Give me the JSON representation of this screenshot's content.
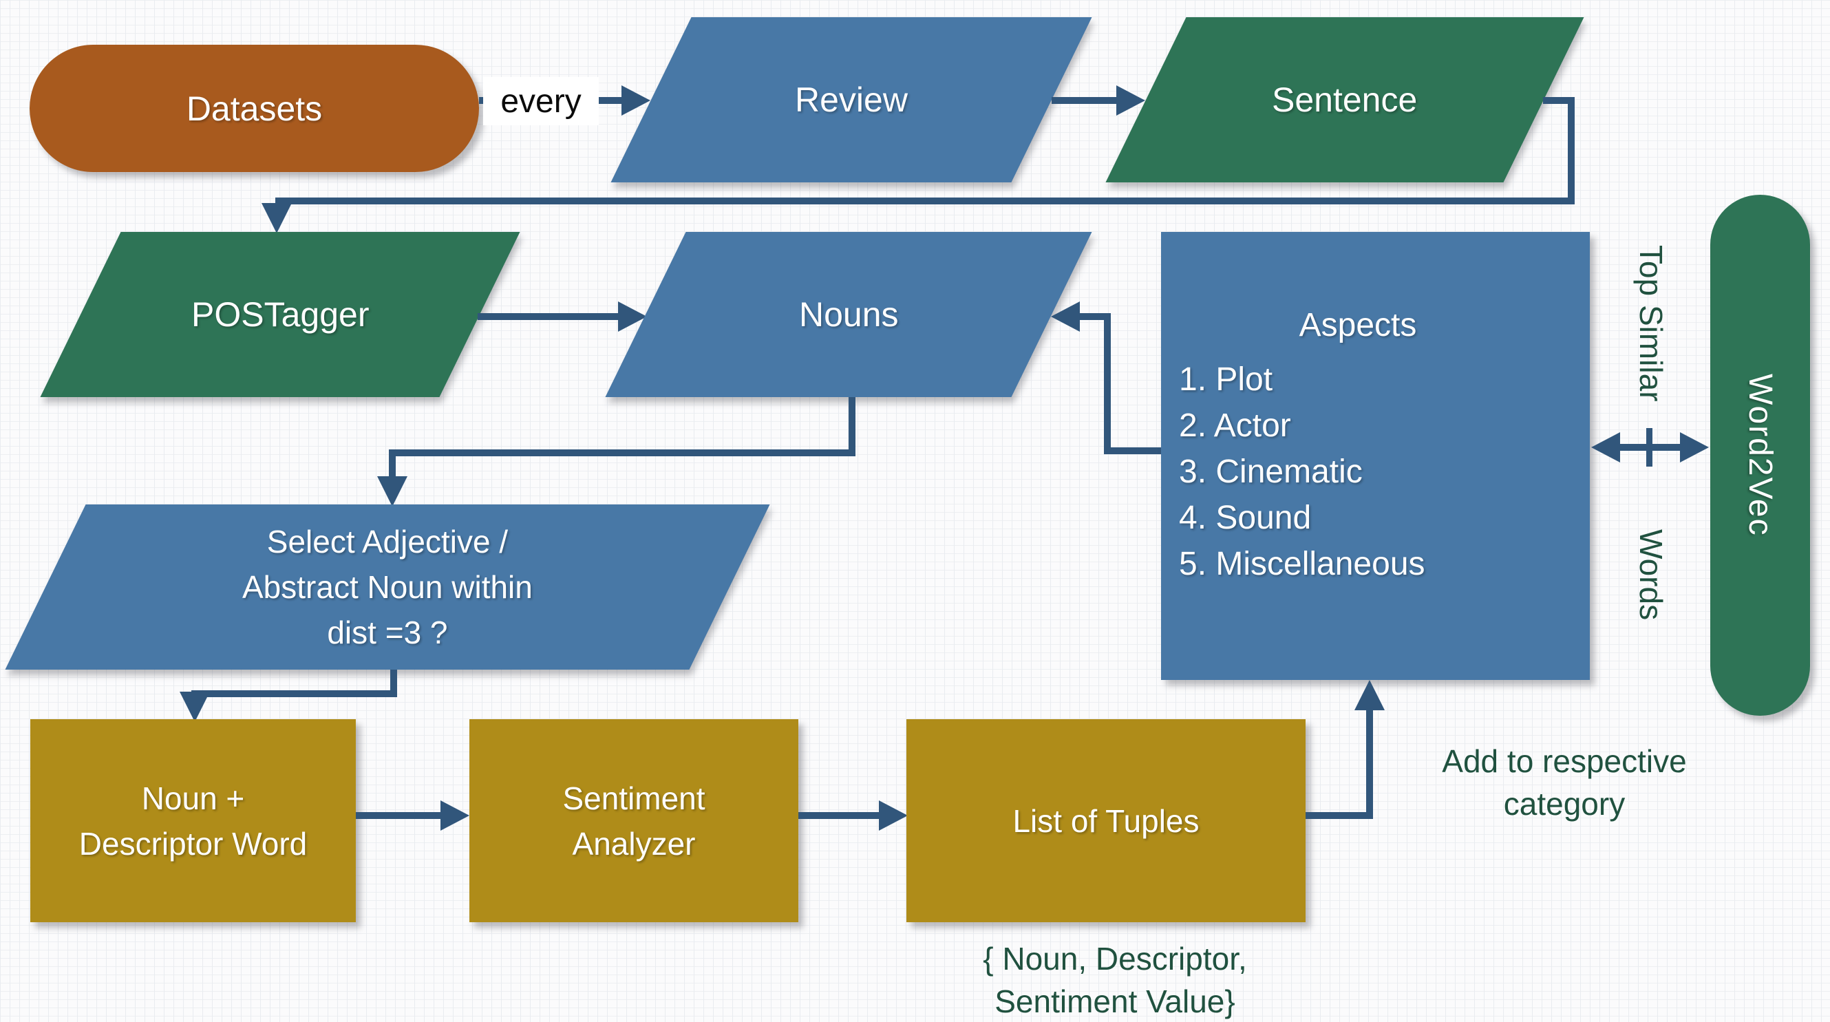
{
  "palette": {
    "blue": "#4878A6",
    "green": "#2E7456",
    "brown": "#A85A1E",
    "gold": "#AF8C19",
    "line": "#31567B",
    "anno": "#20513F",
    "shapetext": "#FFFFFF",
    "bg": "#FBFBFC"
  },
  "nodes": {
    "datasets": {
      "label": "Datasets"
    },
    "review": {
      "label": "Review"
    },
    "sentence": {
      "label": "Sentence"
    },
    "postagger": {
      "label": "POSTagger"
    },
    "nouns": {
      "label": "Nouns"
    },
    "select_descriptor": {
      "lines": [
        "Select Adjective /",
        "Abstract Noun within",
        "dist =3 ?"
      ]
    },
    "noun_descriptor": {
      "lines": [
        "Noun +",
        "Descriptor Word"
      ]
    },
    "sentiment_analyzer": {
      "lines": [
        "Sentiment",
        "Analyzer"
      ]
    },
    "list_of_tuples": {
      "label": "List of Tuples"
    },
    "aspects": {
      "title": "Aspects",
      "items": [
        "1. Plot",
        "2. Actor",
        "3. Cinematic",
        "4. Sound",
        "5. Miscellaneous"
      ]
    },
    "word2vec": {
      "label": "Word2Vec"
    }
  },
  "labels": {
    "every": "every",
    "top_similar_1": "Top Similar",
    "top_similar_2": "Words",
    "add_to_category": [
      "Add to respective",
      "category"
    ],
    "tuple_note": [
      "{ Noun, Descriptor,",
      "Sentiment Value}"
    ]
  }
}
